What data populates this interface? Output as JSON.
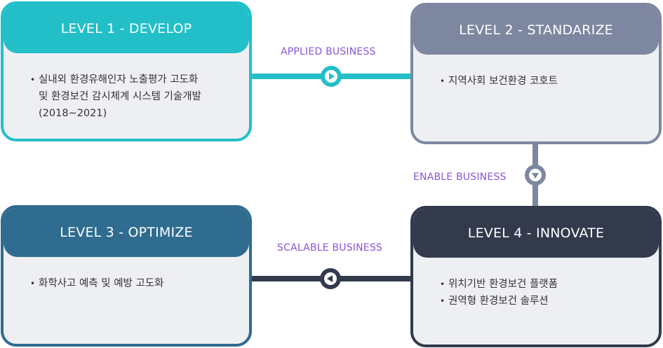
{
  "levels": [
    {
      "title": "LEVEL 1 - DEVELOP",
      "color": "#22bfc9",
      "items": [
        "실내외 환경유해인자 노출평가 고도화\n및 환경보건 감시체계 시스템 기술개발\n(2018~2021)"
      ]
    },
    {
      "title": "LEVEL 2 - STANDARIZE",
      "color": "#7d87a0",
      "items": [
        "지역사회 보건환경 코호트"
      ]
    },
    {
      "title": "LEVEL 3 - OPTIMIZE",
      "color": "#2f6c8f",
      "items": [
        "화학사고 예측 및 예방 고도화"
      ]
    },
    {
      "title": "LEVEL 4 - INNOVATE",
      "color": "#323a4c",
      "items": [
        "위치기반 환경보건 플랫폼",
        "권역형 환경보건 솔루션"
      ]
    }
  ],
  "connectors": [
    {
      "label": "APPLIED BUSINESS",
      "direction": "right",
      "icon": "play-right-icon"
    },
    {
      "label": "ENABLE BUSINESS",
      "direction": "down",
      "icon": "play-down-icon"
    },
    {
      "label": "SCALABLE BUSINESS",
      "direction": "left",
      "icon": "play-left-icon"
    }
  ],
  "label_color": "#8a55d6"
}
